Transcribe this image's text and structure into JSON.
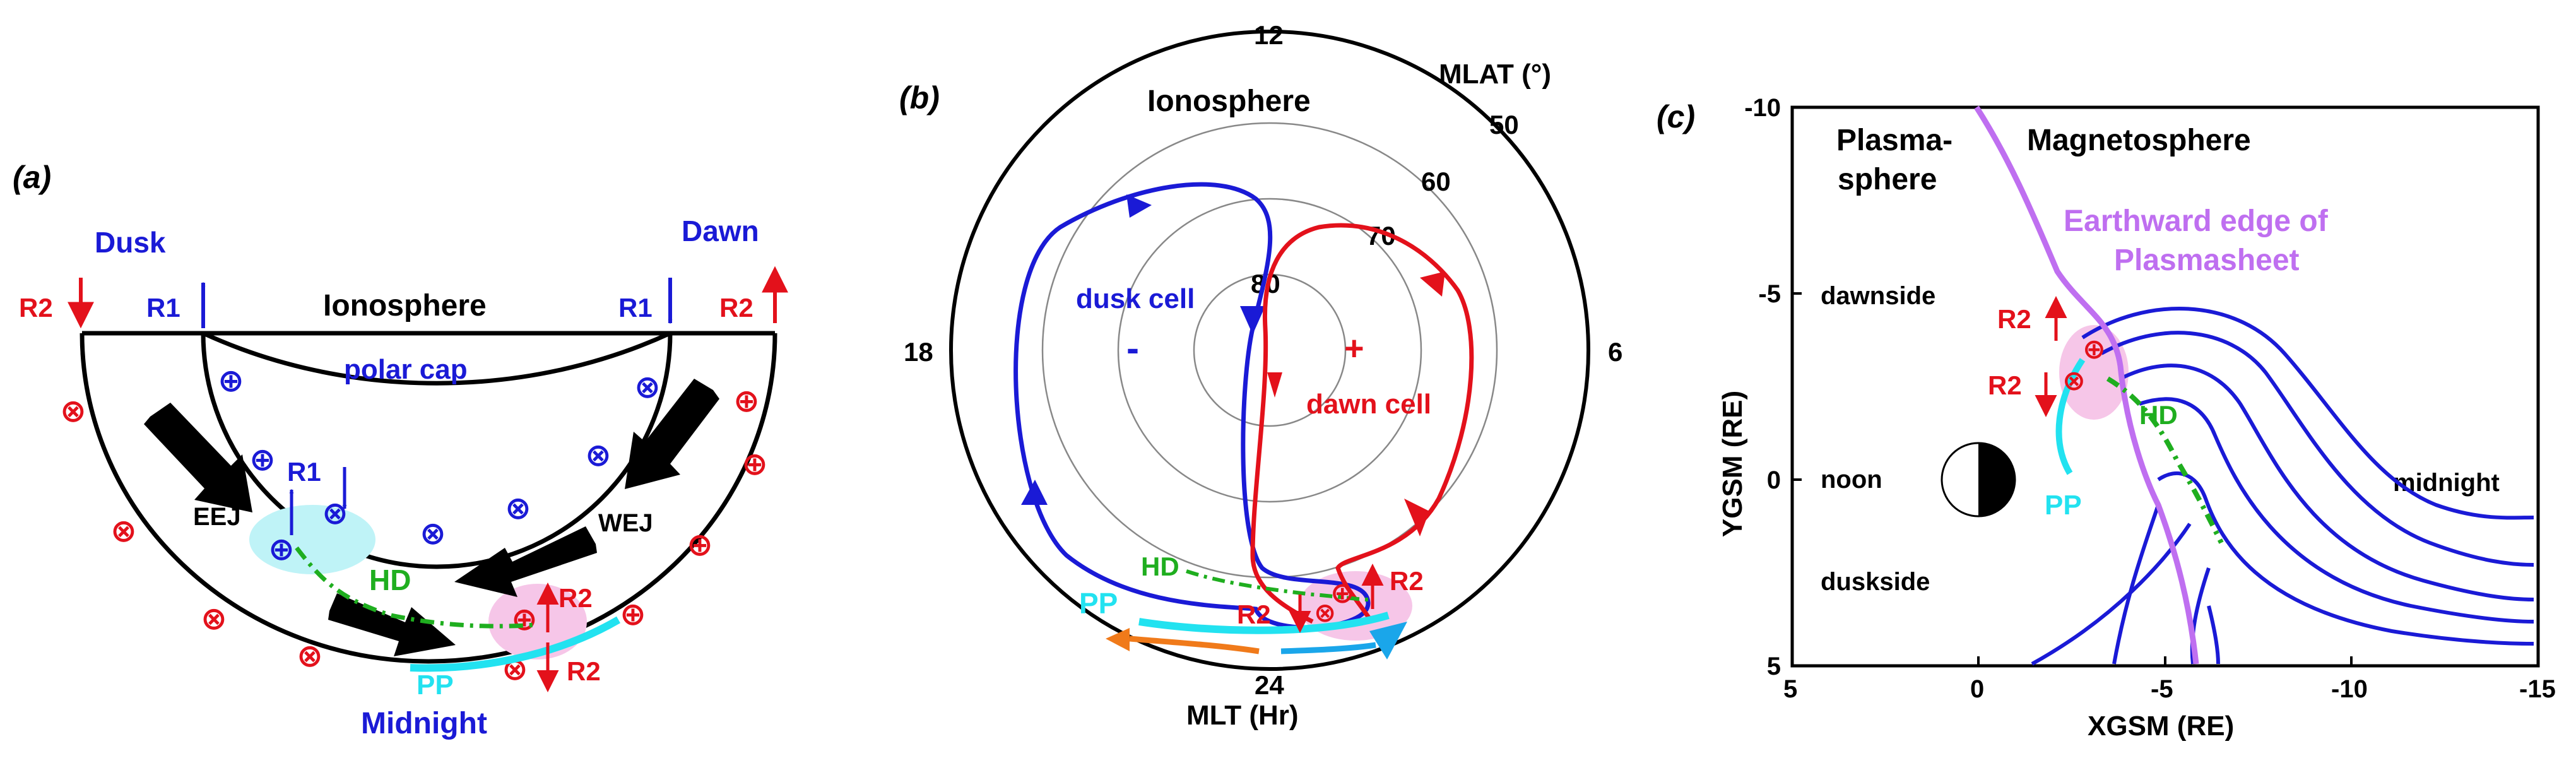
{
  "colors": {
    "black": "#000000",
    "blue": "#1a1ad6",
    "red": "#e3111b",
    "green": "#1fae1f",
    "cyan": "#22e2f0",
    "violet": "#bf6ff0",
    "orange": "#f07a1a",
    "sky": "#1aa6ea",
    "cyanfill": "#bff3f7",
    "pinkfill": "#f6c6e8",
    "grid": "#888888"
  },
  "panel_a": {
    "label": "(a)",
    "dusk": "Dusk",
    "dawn": "Dawn",
    "ionosphere": "Ionosphere",
    "polar_cap": "polar cap",
    "r1_left": "R1",
    "r1_right": "R1",
    "r1_inner": "R1",
    "r2_left": "R2",
    "r2_right": "R2",
    "r2_upper": "R2",
    "r2_lower": "R2",
    "eej": "EEJ",
    "wej": "WEJ",
    "hd": "HD",
    "pp": "PP",
    "midnight": "Midnight",
    "sym_plus": "⊕",
    "sym_cross": "⊗"
  },
  "panel_b": {
    "label": "(b)",
    "ionosphere": "Ionosphere",
    "mlat": "MLAT (°)",
    "lat50": "50",
    "lat60": "60",
    "lat70": "70",
    "lat80": "80",
    "mlt12": "12",
    "mlt18": "18",
    "mlt6": "6",
    "mlt24": "24",
    "mlt_label": "MLT (Hr)",
    "dusk_cell": "dusk cell",
    "dawn_cell": "dawn cell",
    "minus": "-",
    "plus": "+",
    "hd": "HD",
    "pp": "PP",
    "r2_left": "R2",
    "r2_right": "R2",
    "sym_plus": "⊕",
    "sym_cross": "⊗"
  },
  "panel_c": {
    "label": "(c)",
    "plasmasphere_1": "Plasma-",
    "plasmasphere_2": "sphere",
    "magnetosphere": "Magnetosphere",
    "edge_1": "Earthward edge of",
    "edge_2": "Plasmasheet",
    "dawnside": "dawnside",
    "noon": "noon",
    "duskside": "duskside",
    "midnight": "midnight",
    "r2_upper": "R2",
    "r2_lower": "R2",
    "hd": "HD",
    "pp": "PP",
    "yaxis": "YGSM (RE)",
    "xaxis": "XGSM (RE)",
    "xticks": [
      "5",
      "0",
      "-5",
      "-10",
      "-15"
    ],
    "yticks": [
      "-10",
      "-5",
      "0",
      "5"
    ],
    "sym_plus": "⊕",
    "sym_cross": "⊗"
  }
}
